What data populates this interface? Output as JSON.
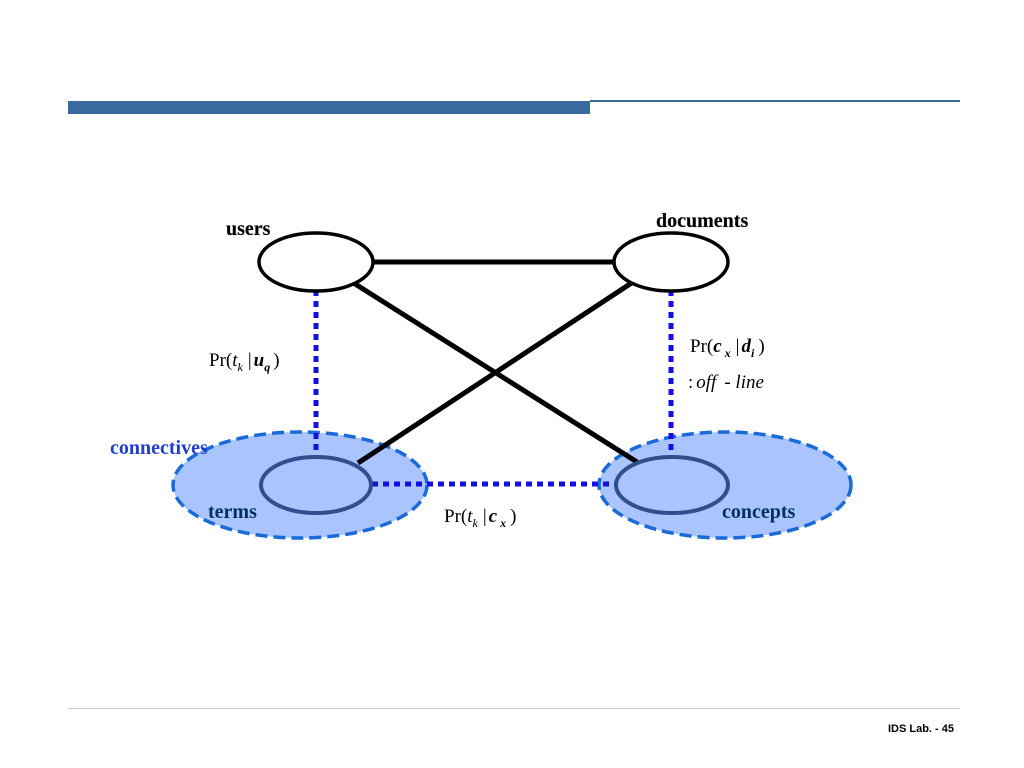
{
  "nodes": {
    "users": "users",
    "documents": "documents",
    "terms": "terms",
    "concepts": "concepts"
  },
  "group_label": "connectives",
  "formulas": {
    "term_given_user": {
      "pr": "Pr(",
      "t": "t",
      "k": "k",
      "bar": "|",
      "u": "u",
      "q": "q",
      "close": ")"
    },
    "concept_given_doc": {
      "pr": "Pr(",
      "c": "c",
      "x": "x",
      "bar": "|",
      "d": "d",
      "i": "i",
      "close": ")"
    },
    "offline_note": {
      "colon": ":",
      "off": "off",
      "line": "- line"
    },
    "term_given_concept": {
      "pr": "Pr(",
      "t": "t",
      "k": "k",
      "bar": "|",
      "c": "c",
      "x": "x",
      "close": ")"
    }
  },
  "footer": {
    "label": "IDS Lab. - 45"
  },
  "colors": {
    "header_bar": "#3a6aa0",
    "group_fill": "#a9c4ff",
    "dashed_blue": "#1a6ad8",
    "dotted_blue": "#1010e0",
    "node_outline_blue": "#2f4f8f"
  }
}
